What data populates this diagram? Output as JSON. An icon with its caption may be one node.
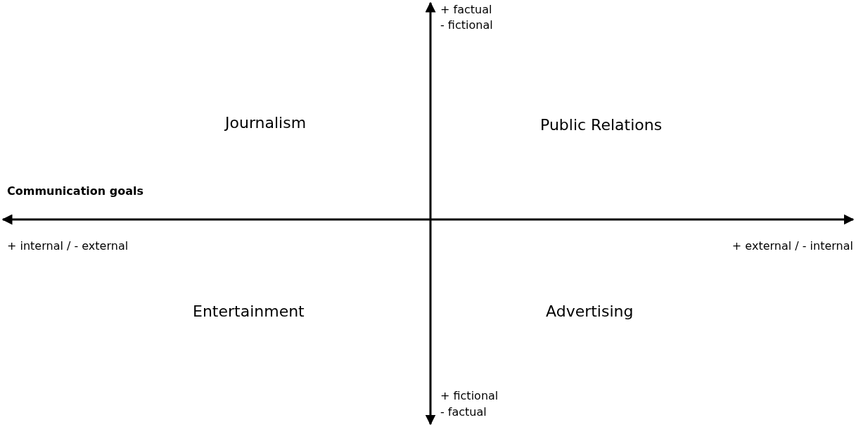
{
  "diagram": {
    "labels": [
      "+ factual",
      "- fictional",
      "Journalism",
      "Public Relations",
      "Communication goals",
      "+ internal / - external",
      "+ external / - internal",
      "Entertainment",
      "Advertising",
      "+ fictional",
      "- factual"
    ]
  }
}
